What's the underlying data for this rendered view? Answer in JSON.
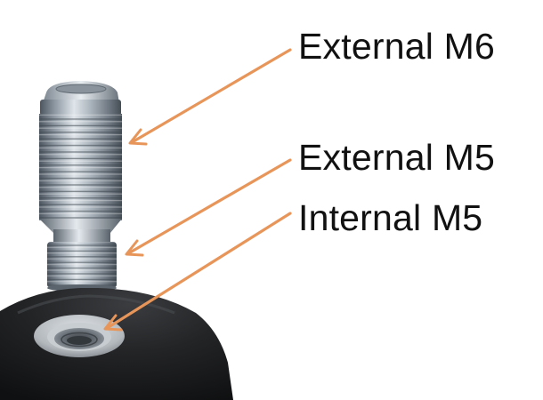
{
  "callouts": [
    {
      "label": "External M6"
    },
    {
      "label": "External M5"
    },
    {
      "label": "Internal M5"
    }
  ],
  "colors": {
    "leader_line": "#e8955a",
    "label_text": "#111111",
    "steel_light": "#d7dde3",
    "steel_mid": "#9aa4ae",
    "steel_dark": "#4d5660",
    "knob_body": "#1d1e20",
    "insert_ring": "#b9bec3"
  },
  "icons": {
    "upper_part": "threaded-stud-icon",
    "lower_part": "knob-with-threaded-insert-icon"
  }
}
